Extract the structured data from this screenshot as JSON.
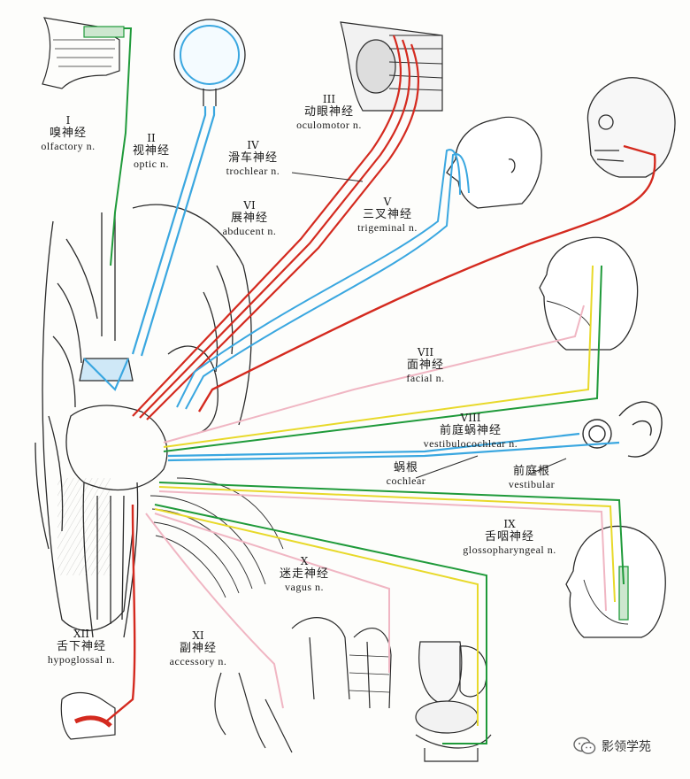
{
  "nerves": [
    {
      "id": "olfactory",
      "num": "I",
      "zh": "嗅神经",
      "en": "olfactory n."
    },
    {
      "id": "optic",
      "num": "II",
      "zh": "视神经",
      "en": "optic n."
    },
    {
      "id": "oculomotor",
      "num": "III",
      "zh": "动眼神经",
      "en": "oculomotor n."
    },
    {
      "id": "trochlear",
      "num": "IV",
      "zh": "滑车神经",
      "en": "trochlear n."
    },
    {
      "id": "trigeminal",
      "num": "V",
      "zh": "三叉神经",
      "en": "trigeminal n."
    },
    {
      "id": "abducent",
      "num": "VI",
      "zh": "展神经",
      "en": "abducent n."
    },
    {
      "id": "facial",
      "num": "VII",
      "zh": "面神经",
      "en": "facial n."
    },
    {
      "id": "vestibulocochlear",
      "num": "VIII",
      "zh": "前庭蜗神经",
      "en": "vestibulocochlear n."
    },
    {
      "id": "cochlear",
      "num": "",
      "zh": "蜗根",
      "en": "cochlear"
    },
    {
      "id": "vestibular",
      "num": "",
      "zh": "前庭根",
      "en": "vestibular"
    },
    {
      "id": "glossopharyngeal",
      "num": "IX",
      "zh": "舌咽神经",
      "en": "glossopharyngeal n."
    },
    {
      "id": "vagus",
      "num": "X",
      "zh": "迷走神经",
      "en": "vagus n."
    },
    {
      "id": "accessory",
      "num": "XI",
      "zh": "副神经",
      "en": "accessory n."
    },
    {
      "id": "hypoglossal",
      "num": "XII",
      "zh": "舌下神经",
      "en": "hypoglossal n."
    }
  ],
  "watermark": {
    "text": "影领学苑",
    "icon": "wechat-icon"
  },
  "colors": {
    "motor": "#d42a1f",
    "sensory": "#3aa7e0",
    "mixed_yellow": "#e8d92a",
    "green": "#1f9a3a",
    "pink": "#f0b6c3",
    "ink": "#2a2a2a"
  }
}
